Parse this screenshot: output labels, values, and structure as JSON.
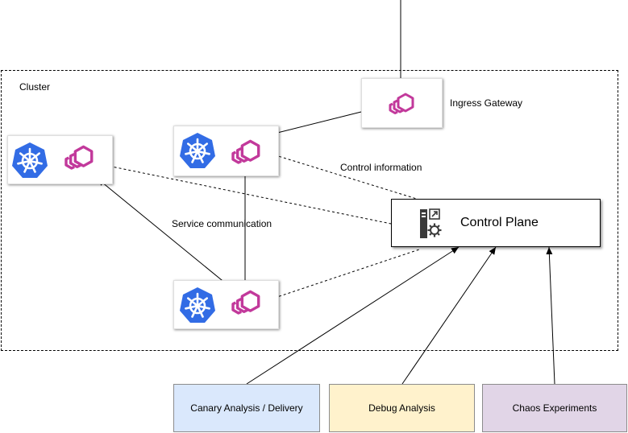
{
  "cluster": {
    "label": "Cluster"
  },
  "ingress": {
    "label": "Ingress Gateway"
  },
  "control_plane": {
    "title": "Control Plane"
  },
  "edges": {
    "control_information": "Control information",
    "service_communication": "Service communication"
  },
  "bottom": [
    {
      "label": "Canary Analysis / Delivery",
      "fill": "#dae8fc",
      "stroke": "#8c8c8c"
    },
    {
      "label": "Debug Analysis",
      "fill": "#fff2cc",
      "stroke": "#8c8c8c"
    },
    {
      "label": "Chaos Experiments",
      "fill": "#e1d5e7",
      "stroke": "#8c8c8c"
    }
  ],
  "colors": {
    "kubernetes": "#326ce5",
    "envoy": "#c2399b",
    "control_plane_icon": "#3a3a3a"
  },
  "icons": [
    "kubernetes-icon",
    "envoy-icon",
    "control-plane-icon"
  ]
}
